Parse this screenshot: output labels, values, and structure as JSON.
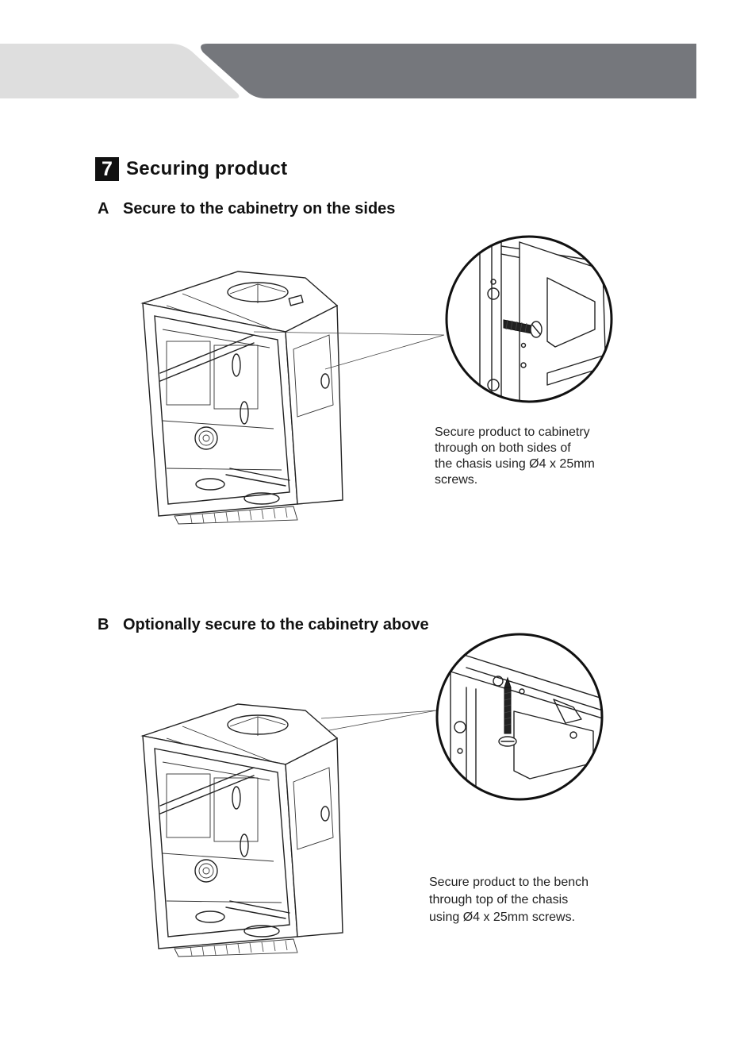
{
  "section": {
    "step_number": "7",
    "title": "Securing product"
  },
  "part_a": {
    "letter": "A",
    "heading": "Secure to the cabinetry on the sides",
    "caption": "Secure product to cabinetry\nthrough on both sides of\nthe chasis using Ø4 x 25mm\nscrews."
  },
  "part_b": {
    "letter": "B",
    "heading": "Optionally secure to the cabinetry above",
    "caption": "Secure product to the bench\nthrough top of the chasis\nusing Ø4 x 25mm screws."
  },
  "colors": {
    "header_light": "#dedede",
    "header_dark": "#75777c",
    "badge": "#111111"
  },
  "icons": [
    "dishwasher-illustration",
    "screw-detail-magnifier"
  ]
}
